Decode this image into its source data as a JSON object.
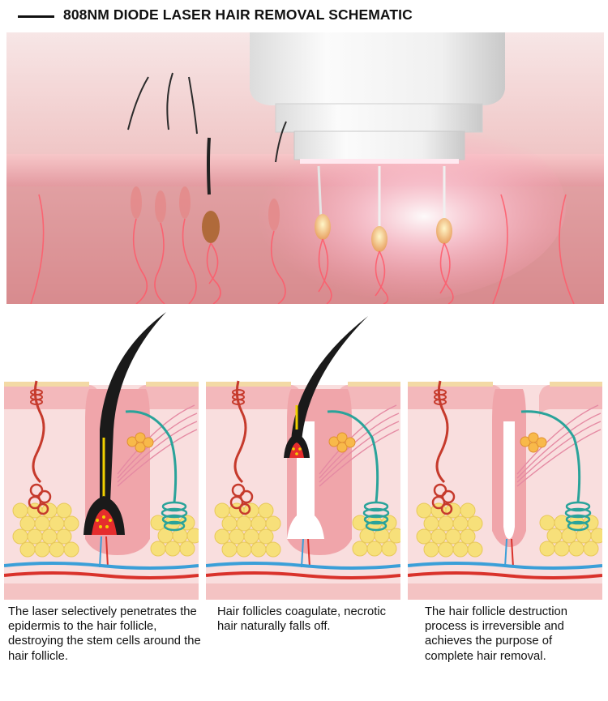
{
  "header": {
    "title": "808NM DIODE LASER HAIR REMOVAL SCHEMATIC"
  },
  "hero": {
    "icons": [
      "laser-handpiece",
      "hair-strand",
      "hair-follicle",
      "blood-vessel"
    ],
    "colors": {
      "skin": "#e8a3a6",
      "glow": "#ff9bb5",
      "device": "#f5f5f5"
    }
  },
  "stages": [
    {
      "caption": "The laser selectively penetrates the epidermis to the hair follicle, destroying the stem cells around the hair follicle."
    },
    {
      "caption": "Hair follicles coagulate, necrotic hair naturally falls off."
    },
    {
      "caption": "The hair follicle destruction process is irreversible and achieves the purpose of complete hair removal."
    }
  ],
  "colors": {
    "epidermis": "#f4c9cb",
    "fat": "#f6e27a",
    "artery": "#d9322b",
    "vein": "#3b9fd8",
    "nerve": "#2aa39a",
    "hair": "#1a1a1a"
  }
}
